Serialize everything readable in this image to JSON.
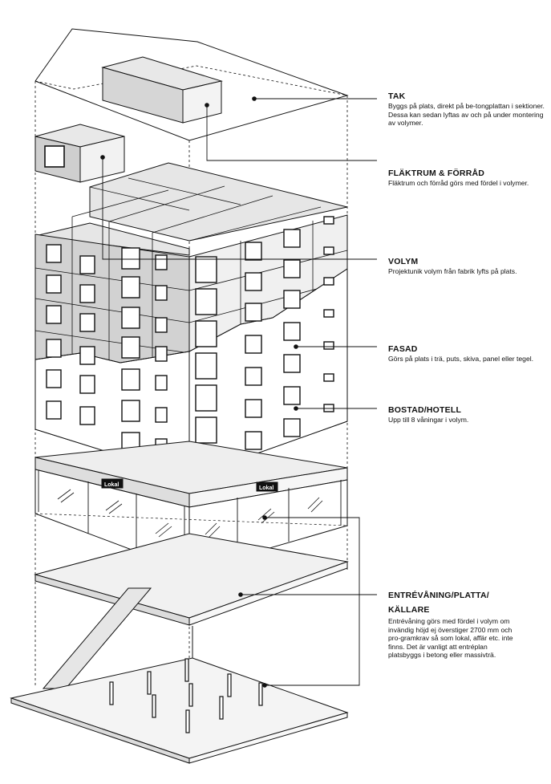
{
  "labels": {
    "tak": {
      "title": "TAK",
      "text": "Byggs på plats, direkt på be-tongplattan i sektioner. Dessa kan sedan lyftas av och på under montering av volymer."
    },
    "flakt": {
      "title": "FLÄKTRUM & FÖRRÅD",
      "text": "Fläktrum och förråd görs med fördel i volymer."
    },
    "volym": {
      "title": "VOLYM",
      "text": "Projektunik volym från fabrik lyfts på plats."
    },
    "fasad": {
      "title": "FASAD",
      "text": "Görs på plats i trä, puts, skiva, panel eller tegel."
    },
    "bostad": {
      "title": "BOSTAD/HOTELL",
      "text": "Upp till 8 våningar i volym."
    },
    "entre": {
      "title": "ENTRÉVÅNING/PLATTA/ KÄLLARE",
      "text": "Entrévåning görs med fördel i volym om invändig höjd ej överstiger 2700 mm och pro-gramkrav så som lokal, affär etc. inte finns. Det är vanligt att entréplan platsbyggs i betong eller massivträ."
    }
  },
  "signs": [
    "Lokal",
    "Lokal"
  ],
  "colors": {
    "line": "#111111",
    "light": "#efefef",
    "mid": "#dcdcdc",
    "dark": "#bdbdbd"
  }
}
